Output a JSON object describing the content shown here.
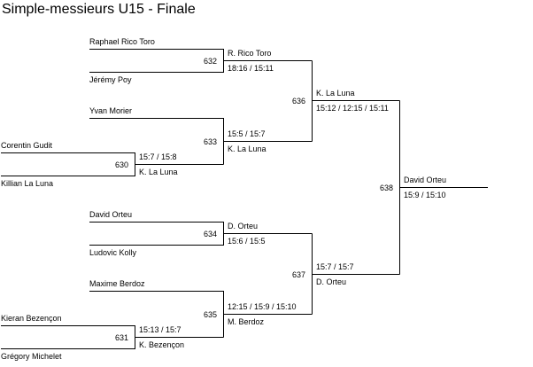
{
  "title": "Simple-messieurs U15 - Finale",
  "matches": {
    "m630": {
      "id": "630",
      "top": "Corentin Gudit",
      "bottom": "Killian La Luna",
      "winner": "K. La Luna",
      "score": "15:7 / 15:8"
    },
    "m631": {
      "id": "631",
      "top": "Kieran Bezençon",
      "bottom": "Grégory Michelet",
      "winner": "K. Bezençon",
      "score": "15:13 / 15:7"
    },
    "m632": {
      "id": "632",
      "top": "Raphael Rico Toro",
      "bottom": "Jérémy Poy",
      "winner": "R. Rico Toro",
      "score": "18:16 / 15:11"
    },
    "m633": {
      "id": "633",
      "top": "Yvan Morier",
      "winner": "K. La Luna",
      "score": "15:5 / 15:7"
    },
    "m634": {
      "id": "634",
      "top": "David Orteu",
      "bottom": "Ludovic Kolly",
      "winner": "D. Orteu",
      "score": "15:6 / 15:5"
    },
    "m635": {
      "id": "635",
      "top": "Maxime Berdoz",
      "winner": "M. Berdoz",
      "score": "12:15 / 15:9 / 15:10"
    },
    "m636": {
      "id": "636",
      "winner": "K. La Luna",
      "score": "15:12 / 12:15 / 15:11"
    },
    "m637": {
      "id": "637",
      "winner": "D. Orteu",
      "score": "15:7 / 15:7"
    },
    "m638": {
      "id": "638",
      "winner": "David Orteu",
      "score": "15:9 / 15:10"
    }
  }
}
